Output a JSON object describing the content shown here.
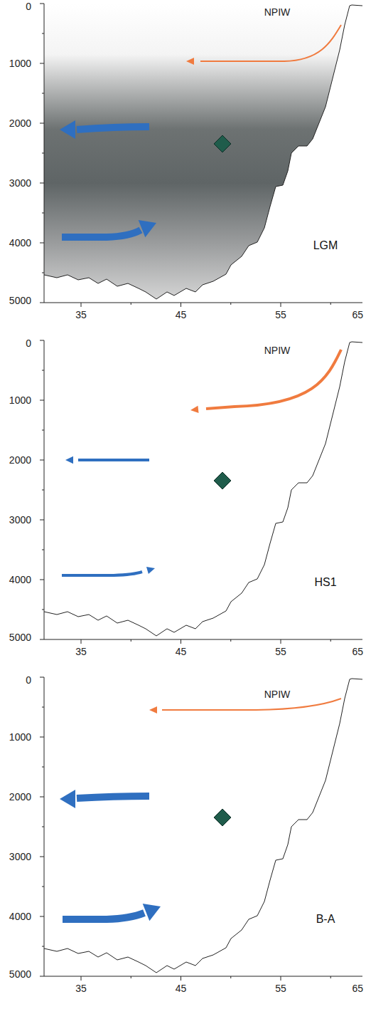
{
  "diagram": {
    "labels": [
      "NPIW",
      "0",
      "1000",
      "2000",
      "3000",
      "4000",
      "5000",
      "35",
      "45",
      "55",
      "65",
      "LGM",
      "NPIW",
      "0",
      "1000",
      "2000",
      "3000",
      "4000",
      "5000",
      "35",
      "45",
      "55",
      "65",
      "HS1",
      "NPIW",
      "0",
      "1000",
      "2000",
      "3000",
      "4000",
      "5000",
      "35",
      "45",
      "55",
      "65",
      "B-A"
    ]
  }
}
